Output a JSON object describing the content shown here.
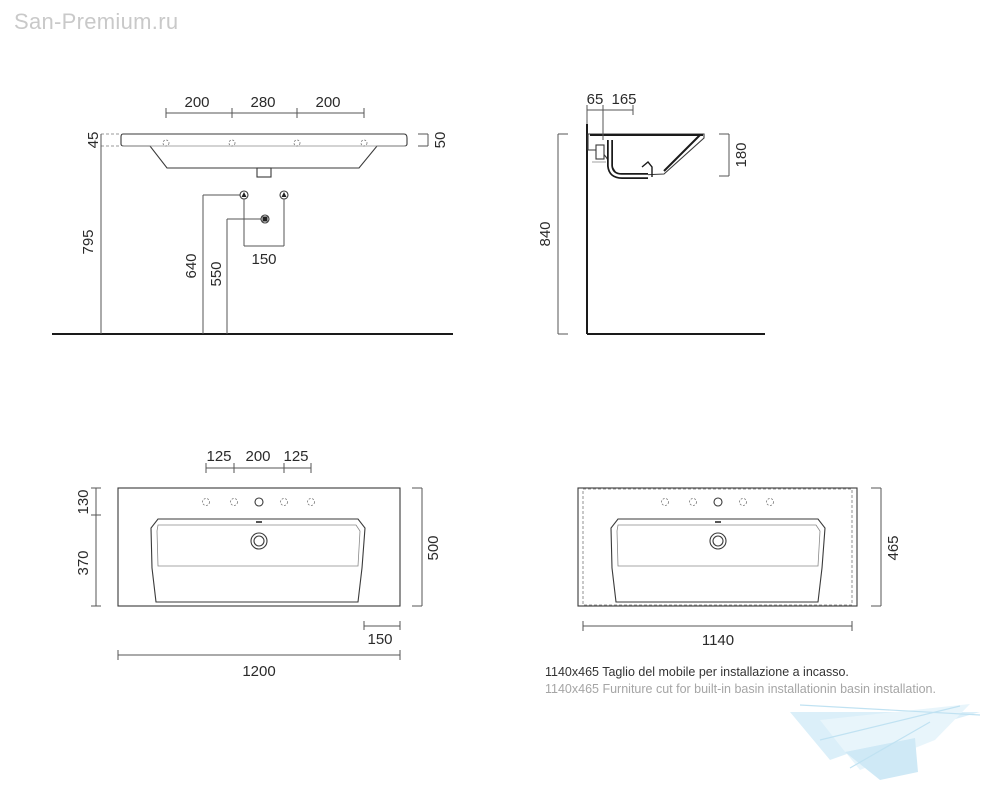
{
  "watermark": {
    "site": "San-Premium.ru"
  },
  "views": {
    "front": {
      "tap_spacing": [
        "200",
        "280",
        "200"
      ],
      "rim_left": "45",
      "rim_right": "50",
      "total_height": "795",
      "supply_height": "640",
      "drain_height": "550",
      "supply_spacing": "150"
    },
    "side": {
      "wall_offset": "65",
      "depth_to_tap": "165",
      "bowl_height": "180",
      "total_height": "840"
    },
    "top": {
      "hole_spacing": [
        "125",
        "200",
        "125"
      ],
      "rear_to_tap": "130",
      "bowl_length": "370",
      "depth": "500",
      "side_margin": "150",
      "width": "1200"
    },
    "cutout": {
      "depth": "465",
      "width": "1140"
    }
  },
  "notes": {
    "italian": "1140x465 Taglio del mobile per installazione a incasso.",
    "english": "1140x465 Furniture cut for built-in basin installationin basin installation."
  }
}
